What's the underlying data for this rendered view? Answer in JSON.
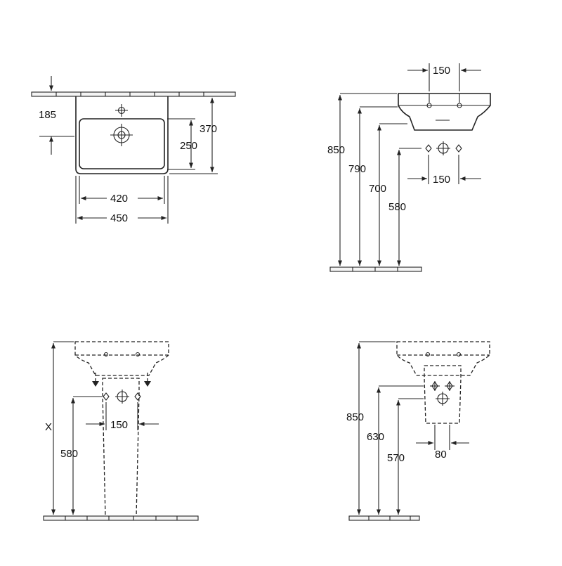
{
  "drawings": {
    "top_view": {
      "depth_to_tap": "185",
      "overall_depth": "370",
      "bowl_depth": "250",
      "bowl_width": "420",
      "overall_width": "450"
    },
    "side_view": {
      "tap_spacing": "150",
      "rim_height": "850",
      "underside_height": "790",
      "lower_height": "700",
      "connection_height": "580",
      "connection_spacing": "150"
    },
    "pedestal_view": {
      "variable_height": "X",
      "connection_height": "580",
      "connection_spacing": "150"
    },
    "siphon_cover_view": {
      "rim_height": "850",
      "upper_connection_height": "630",
      "lower_connection_height": "570",
      "connection_spacing": "80"
    }
  }
}
